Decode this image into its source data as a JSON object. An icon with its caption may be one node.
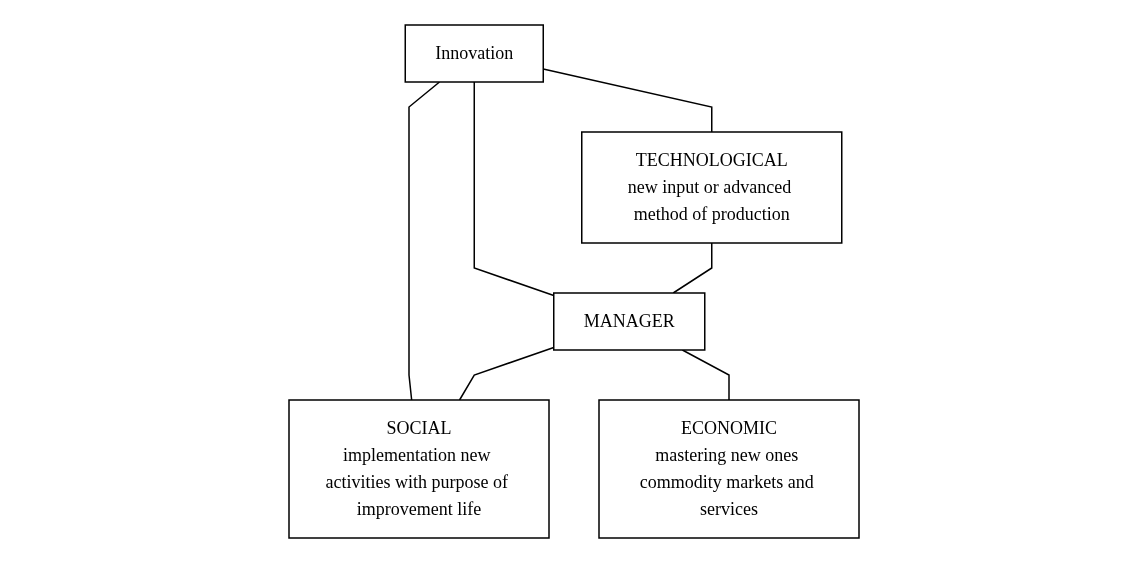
{
  "diagram": {
    "nodes": [
      {
        "text": [
          "Innovation"
        ]
      },
      {
        "text": [
          "TECHNOLOGICAL",
          "new input or advanced method of production"
        ]
      },
      {
        "text": [
          "MANAGER"
        ]
      },
      {
        "text": [
          "SOCIAL",
          "implementation new activities with purpose of improvement life"
        ]
      },
      {
        "text": [
          "ECONOMIC",
          "mastering new ones commodity markets and services"
        ]
      }
    ],
    "edges": [
      {
        "from": 0,
        "to": 1,
        "arrow": "none"
      },
      {
        "from": 0,
        "to": 2,
        "arrow": "none"
      },
      {
        "from": 0,
        "to": 3,
        "arrow": "none"
      },
      {
        "from": 1,
        "to": 2,
        "arrow": "none"
      },
      {
        "from": 2,
        "to": 3,
        "arrow": "none"
      },
      {
        "from": 2,
        "to": 4,
        "arrow": "none"
      }
    ]
  }
}
